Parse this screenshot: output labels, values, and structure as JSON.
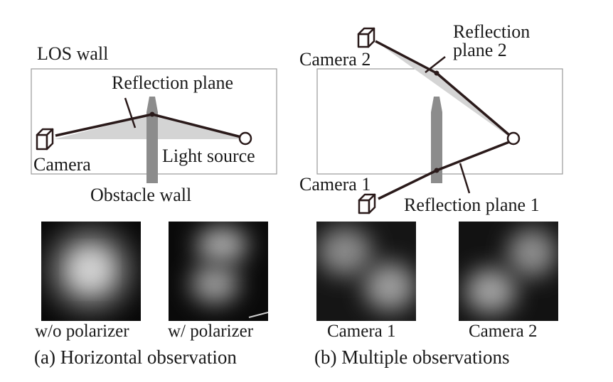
{
  "panel_a": {
    "wall_label": "LOS wall",
    "reflection_label": "Reflection plane",
    "camera_label": "Camera",
    "light_label": "Light source",
    "obstacle_label": "Obstacle wall",
    "image_captions": [
      "w/o polarizer",
      "w/ polarizer"
    ],
    "caption": "(a) Horizontal observation"
  },
  "panel_b": {
    "camera2_label": "Camera 2",
    "reflection2_label_line1": "Reflection",
    "reflection2_label_line2": "plane 2",
    "camera1_label": "Camera 1",
    "reflection1_label": "Reflection plane 1",
    "image_captions": [
      "Camera 1",
      "Camera 2"
    ],
    "caption": "(b) Multiple observations"
  },
  "colors": {
    "line": "#2a1a1a",
    "shade": "#d4d4d4",
    "obstacle": "#8c8c8c",
    "wall_border": "#999999"
  }
}
